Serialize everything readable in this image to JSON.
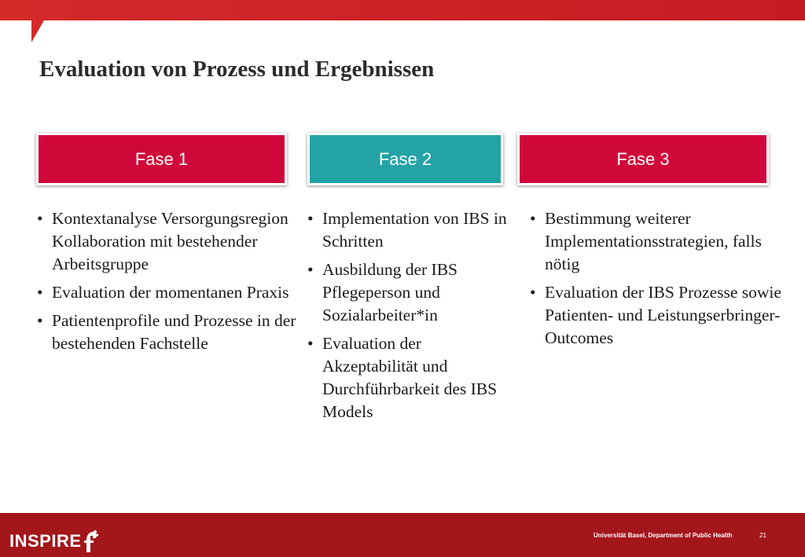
{
  "title": "Evaluation von Prozess und Ergebnissen",
  "phases": [
    {
      "label": "Fase 1",
      "items": [
        "Kontextanalyse Versorgungsregion Kollaboration mit bestehender Arbeitsgruppe",
        "Evaluation der momentanen Praxis",
        "Patientenprofile und Prozesse in der bestehenden Fachstelle"
      ]
    },
    {
      "label": "Fase 2",
      "items": [
        "Implementation von IBS in Schritten",
        "Ausbildung der IBS Pflegeperson und Sozialarbeiter*in",
        "Evaluation der Akzeptabilität und Durchführbarkeit des IBS Models"
      ]
    },
    {
      "label": "Fase 3",
      "items": [
        "Bestimmung weiterer Implementationsstrategien, falls nötig",
        "Evaluation der IBS Prozesse sowie Patienten- und Leistungserbringer-Outcomes"
      ]
    }
  ],
  "footer": {
    "logo": "INSPIRE",
    "institution": "Universität Basel, Department of Public Health",
    "page_number": "21"
  },
  "colors": {
    "accent_red": "#d0083a",
    "accent_teal": "#24a3a5",
    "footer_red": "#a3161a"
  }
}
